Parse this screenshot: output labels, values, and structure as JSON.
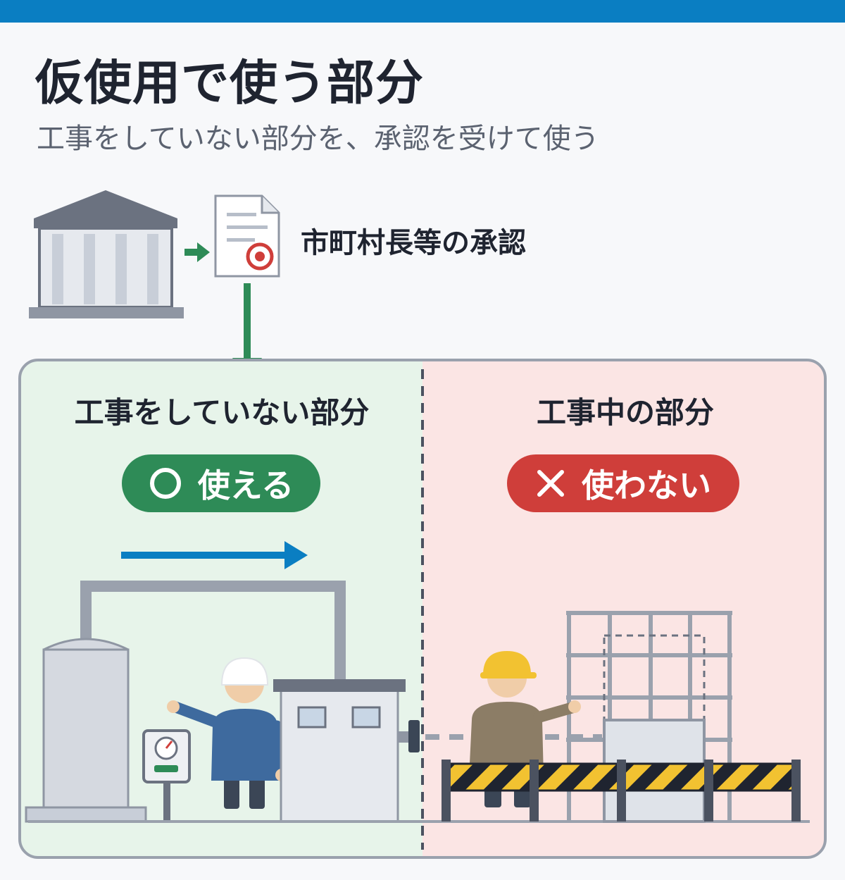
{
  "header": {
    "title": "仮使用で使う部分",
    "subtitle": "工事をしていない部分を、承認を受けて使う"
  },
  "approval": {
    "label": "市町村長等の承認"
  },
  "panels": {
    "left": {
      "heading": "工事をしていない部分",
      "status_label": "使える",
      "status_color": "#2e8b57",
      "background": "#e7f4ea"
    },
    "right": {
      "heading": "工事中の部分",
      "status_label": "使わない",
      "status_color": "#cf3e3a",
      "background": "#fbe5e4"
    }
  },
  "colors": {
    "topbar": "#0a7ec2",
    "arrow_green": "#2e8b57",
    "arrow_blue": "#0a7ec2",
    "building_gray": "#6b7280"
  }
}
